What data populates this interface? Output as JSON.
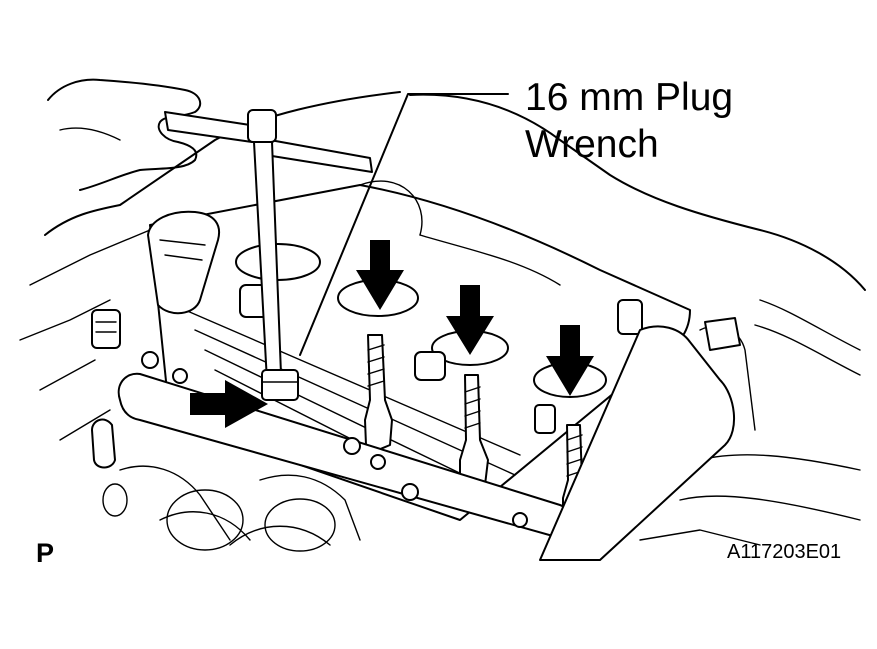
{
  "figure": {
    "callout_line1": "16 mm Plug",
    "callout_line2": "Wrench",
    "view_tag": "P",
    "figure_id": "A117203E01"
  },
  "colors": {
    "ink": "#000000",
    "paper": "#ffffff"
  },
  "icons": [
    "down-arrow-icon",
    "right-arrow-icon"
  ]
}
